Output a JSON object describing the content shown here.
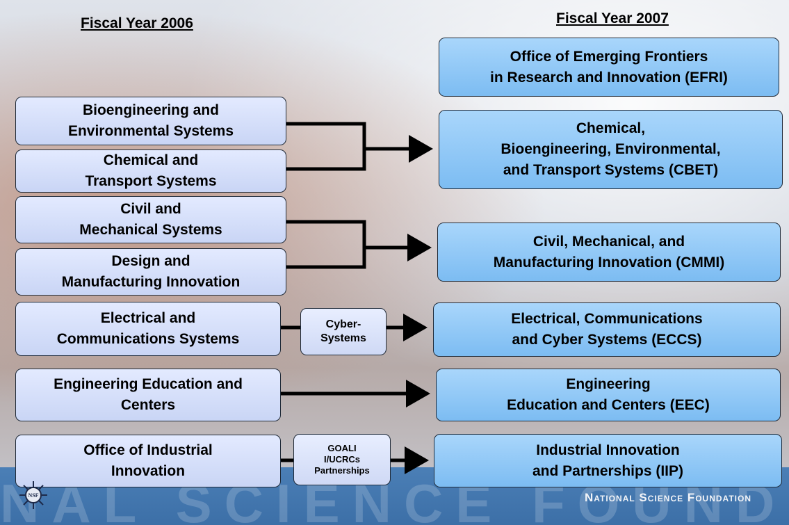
{
  "headings": {
    "left": "Fiscal Year 2006",
    "right": "Fiscal Year 2007"
  },
  "fy2006": [
    {
      "id": "bes",
      "label": "Bioengineering and\nEnvironmental Systems"
    },
    {
      "id": "cts",
      "label": "Chemical and\nTransport Systems"
    },
    {
      "id": "cms",
      "label": "Civil and\nMechanical Systems"
    },
    {
      "id": "dmi",
      "label": "Design and\nManufacturing Innovation"
    },
    {
      "id": "ecs",
      "label": "Electrical and\nCommunications Systems"
    },
    {
      "id": "eec",
      "label": "Engineering Education and\nCenters"
    },
    {
      "id": "oii",
      "label": "Office of Industrial\nInnovation"
    }
  ],
  "intermediates": [
    {
      "id": "cyber",
      "label": "Cyber-\nSystems"
    },
    {
      "id": "goali",
      "label": "GOALI\nI/UCRCs\nPartnerships"
    }
  ],
  "fy2007": [
    {
      "id": "efri",
      "label": "Office of Emerging Frontiers\nin Research and Innovation (EFRI)"
    },
    {
      "id": "cbet",
      "label": "Chemical,\nBioengineering, Environmental,\nand Transport Systems (CBET)"
    },
    {
      "id": "cmmi",
      "label": "Civil, Mechanical, and\nManufacturing Innovation (CMMI)"
    },
    {
      "id": "eccs",
      "label": "Electrical, Communications\nand Cyber Systems (ECCS)"
    },
    {
      "id": "eec2",
      "label": "Engineering\nEducation and Centers (EEC)"
    },
    {
      "id": "iip",
      "label": "Industrial Innovation\nand Partnerships (IIP)"
    }
  ],
  "footer": {
    "organization": "National Science Foundation",
    "logo_text": "NSF",
    "background_word": "NAL SCIENCE FOUND"
  }
}
